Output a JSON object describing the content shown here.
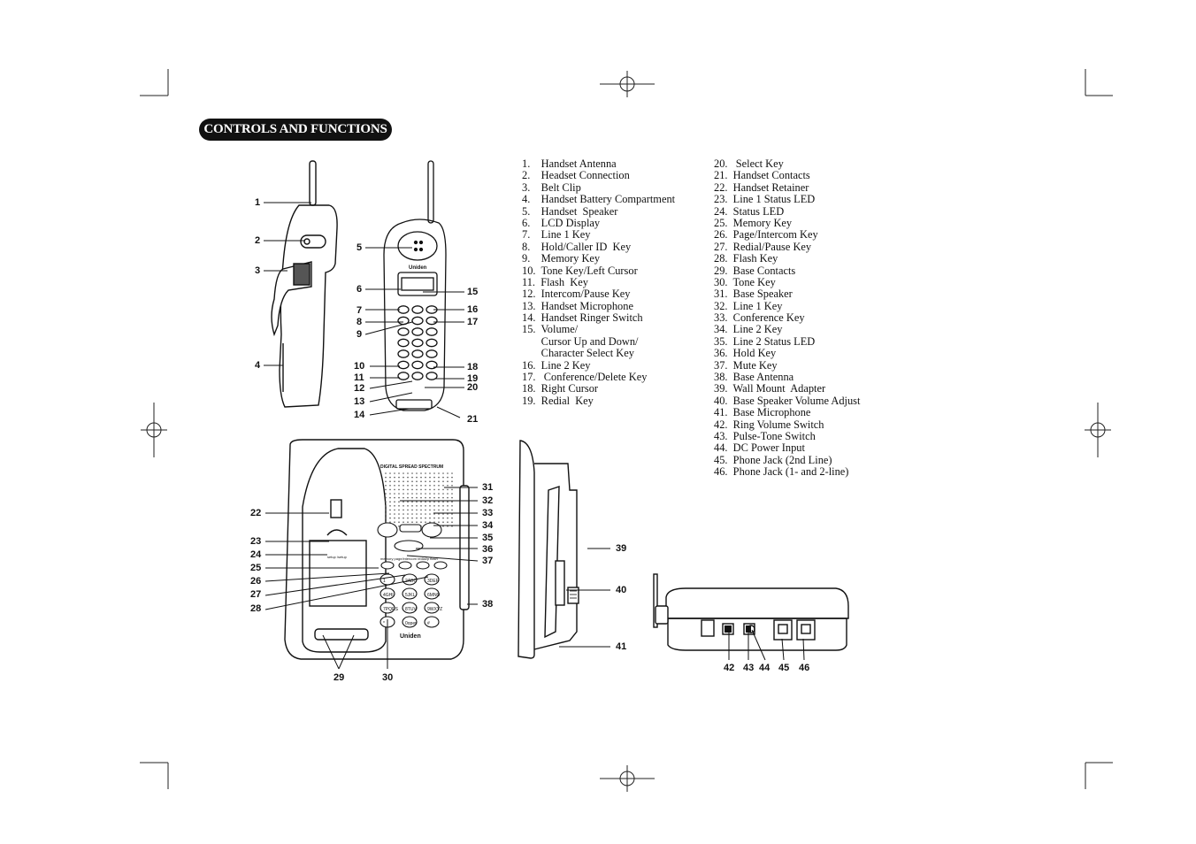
{
  "header": {
    "title": "CONTROLS AND FUNCTIONS"
  },
  "legend_left": [
    "1.    Handset Antenna",
    "2.    Headset Connection",
    "3.    Belt Clip",
    "4.    Handset Battery Compartment",
    "5.    Handset  Speaker",
    "6.    LCD Display",
    "7.    Line 1 Key",
    "8.    Hold/Caller ID  Key",
    "9.    Memory Key",
    "10.  Tone Key/Left Cursor",
    "11.  Flash  Key",
    "12.  Intercom/Pause Key",
    "13.  Handset Microphone",
    "14.  Handset Ringer Switch",
    "15.  Volume/",
    "       Cursor Up and Down/",
    "       Character Select Key",
    "16.  Line 2 Key",
    "17.   Conference/Delete Key",
    "18.  Right Cursor",
    "19.  Redial  Key"
  ],
  "legend_right": [
    "20.   Select Key",
    "21.  Handset Contacts",
    "22.  Handset Retainer",
    "23.  Line 1 Status LED",
    "24.  Status LED",
    "25.  Memory Key",
    "26.  Page/Intercom Key",
    "27.  Redial/Pause Key",
    "28.  Flash Key",
    "29.  Base Contacts",
    "30.  Tone Key",
    "31.  Base Speaker",
    "32.  Line 1 Key",
    "33.  Conference Key",
    "34.  Line 2 Key",
    "35.  Line 2 Status LED",
    "36.  Hold Key",
    "37.  Mute Key",
    "38.  Base Antenna",
    "39.  Wall Mount  Adapter",
    "40.  Base Speaker Volume Adjust",
    "41.  Base Microphone",
    "42.  Ring Volume Switch",
    "43.  Pulse-Tone Switch",
    "44.  DC Power Input",
    "45.  Phone Jack (2nd Line)",
    "46.  Phone Jack (1- and 2-line)"
  ],
  "brand": {
    "handset_logo": "Uniden",
    "base_logo": "Uniden",
    "base_band": "DIGITAL  SPREAD  SPECTRUM"
  },
  "base_keys": {
    "row_labels": "memory  page/intercom redial/p   flash",
    "line1": "line 1",
    "line2": "line 2",
    "conference": "conference",
    "mute": "mute",
    "hold": "hold",
    "setup": "setup  /setup",
    "keypad": [
      "1",
      "2ABC",
      "3DEF",
      "4GHI",
      "5JKL",
      "6MNO",
      "7PQRS",
      "8TUV",
      "9WXYZ",
      "*",
      "0oper",
      "#"
    ],
    "tone": "tone"
  },
  "callouts": {
    "handset_side": [
      "1",
      "2",
      "3",
      "4"
    ],
    "handset_front_left": [
      "5",
      "6",
      "7",
      "8",
      "9",
      "10",
      "11",
      "12",
      "13",
      "14"
    ],
    "handset_front_right": [
      "15",
      "16",
      "17",
      "18",
      "19",
      "20",
      "21"
    ],
    "base_top_left": [
      "22",
      "23",
      "24",
      "25",
      "26",
      "27",
      "28"
    ],
    "base_top_bottom": [
      "29",
      "30"
    ],
    "base_top_right": [
      "31",
      "32",
      "33",
      "34",
      "35",
      "36",
      "37",
      "38"
    ],
    "base_side": [
      "39",
      "40",
      "41"
    ],
    "base_rear": [
      "42",
      "43",
      "44",
      "45",
      "46"
    ]
  }
}
